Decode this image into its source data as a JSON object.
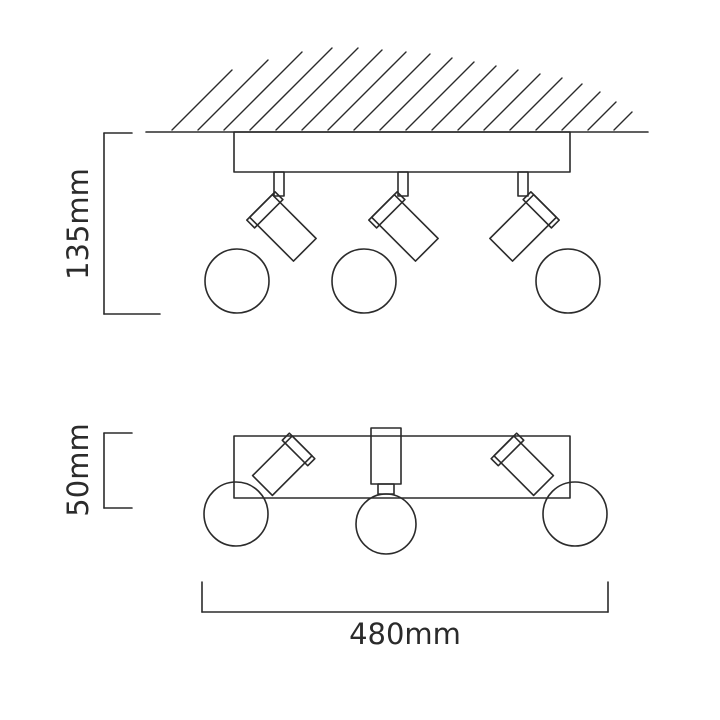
{
  "dimensions": {
    "height_side_view": "135mm",
    "height_front_view": "50mm",
    "width": "480mm"
  },
  "colors": {
    "line": "#2b2b2b",
    "background": "#ffffff"
  }
}
